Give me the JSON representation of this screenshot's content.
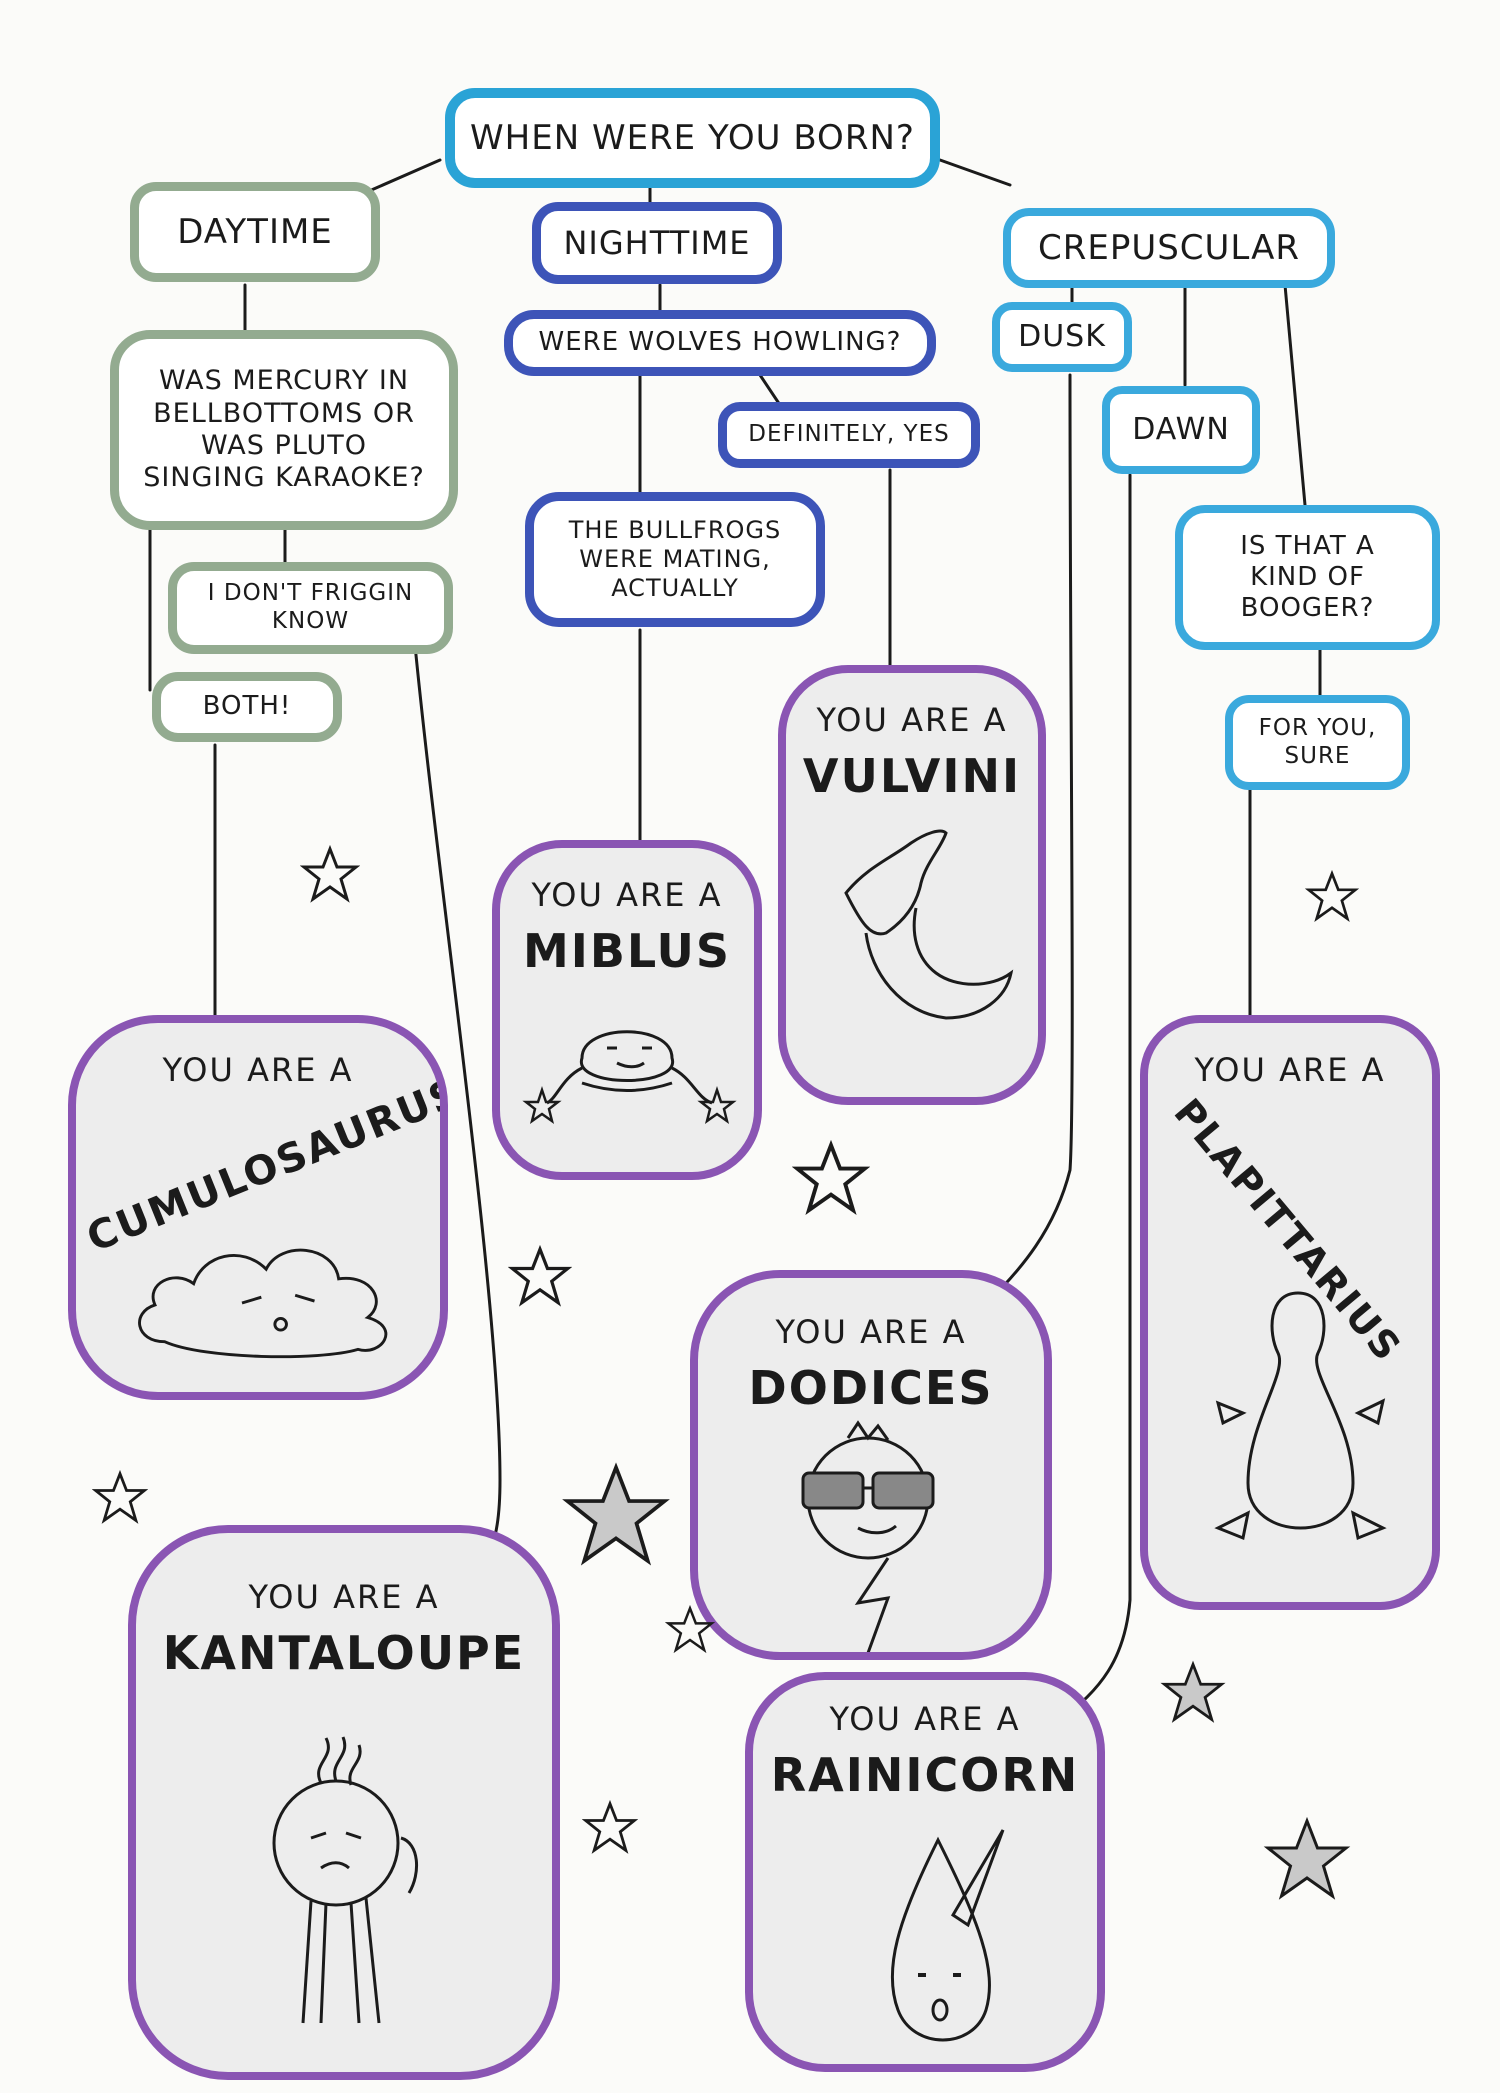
{
  "question": "WHEN WERE YOU BORN?",
  "branches": {
    "daytime": {
      "label": "DAYTIME",
      "question": "WAS MERCURY IN BELLBOTTOMS OR WAS PLUTO SINGING KARAOKE?",
      "answers": [
        "I DON'T FRIGGIN KNOW",
        "BOTH!"
      ]
    },
    "nighttime": {
      "label": "NIGHTTIME",
      "question": "WERE WOLVES HOWLING?",
      "answers": [
        "DEFINITELY, YES",
        "THE BULLFROGS WERE MATING, ACTUALLY"
      ]
    },
    "crepuscular": {
      "label": "CREPUSCULAR",
      "sub": [
        "DUSK",
        "DAWN"
      ],
      "question": "IS THAT A KIND OF BOOGER?",
      "answer": "FOR YOU, SURE"
    }
  },
  "results_prefix": "YOU ARE A",
  "results": {
    "cumulosaurus": "CUMULOSAURUS",
    "kantaloupe": "KANTALOUPE",
    "miblus": "MIBLUS",
    "vulvini": "VULVINI",
    "dodices": "DODICES",
    "rainicorn": "RAINICORN",
    "plapittarius": "PLAPITTARIUS"
  },
  "colors": {
    "daytime": "#93ab90",
    "question": "#2aa3d6",
    "nighttime": "#3d54b8",
    "crepuscular": "#3aa9dd",
    "result_border": "#8a55b3",
    "result_fill": "#ededed"
  }
}
